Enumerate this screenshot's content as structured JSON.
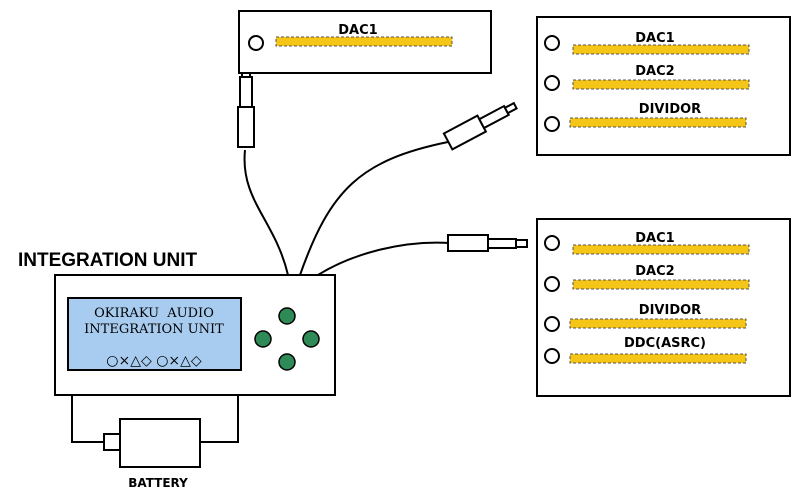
{
  "integration_unit": {
    "title": "INTEGRATION UNIT",
    "lcd_line1": "OKIRAKU  AUDIO",
    "lcd_line2": "INTEGRATION UNIT",
    "lcd_line3": "○×△◇ ○×△◇",
    "lcd_color": "#a8ccf0",
    "button_color": "#2e8b57"
  },
  "battery": {
    "label": "BATTERY"
  },
  "box_top": {
    "slots": [
      "DAC1"
    ]
  },
  "box_right_top": {
    "slots": [
      "DAC1",
      "DAC2",
      "DIVIDOR"
    ]
  },
  "box_right_bottom": {
    "slots": [
      "DAC1",
      "DAC2",
      "DIVIDOR",
      "DDC(ASRC)"
    ]
  },
  "slot_color": "#f5c518"
}
